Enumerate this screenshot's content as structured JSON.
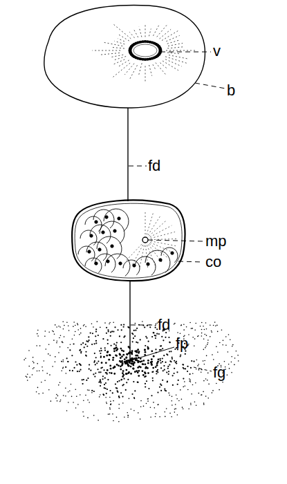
{
  "diagram": {
    "labels": [
      "v",
      "b",
      "fd",
      "mp",
      "co",
      "fd",
      "fp",
      "fg"
    ]
  }
}
